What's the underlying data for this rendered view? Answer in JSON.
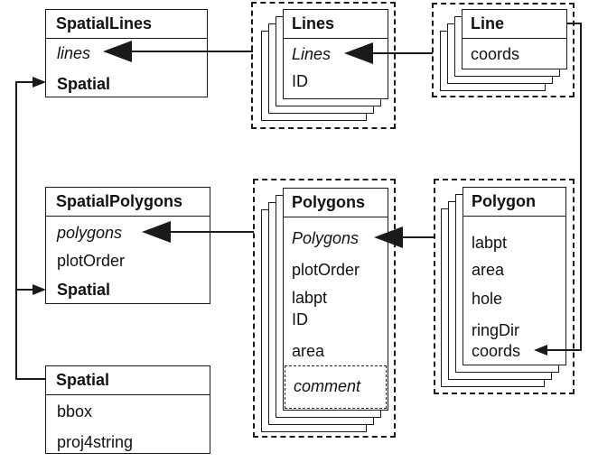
{
  "classes": {
    "spatialLines": {
      "title": "SpatialLines",
      "fields": [
        "lines",
        "Spatial"
      ]
    },
    "lines": {
      "title": "Lines",
      "fields": [
        "Lines",
        "ID"
      ]
    },
    "line": {
      "title": "Line",
      "fields": [
        "coords"
      ]
    },
    "spatialPolygons": {
      "title": "SpatialPolygons",
      "fields": [
        "polygons",
        "plotOrder",
        "Spatial"
      ]
    },
    "polygons": {
      "title": "Polygons",
      "fields": [
        "Polygons",
        "plotOrder",
        "labpt",
        "ID",
        "area"
      ],
      "comment_field": "comment"
    },
    "polygon": {
      "title": "Polygon",
      "fields": [
        "labpt",
        "area",
        "hole",
        "ringDir",
        "coords"
      ]
    },
    "spatial": {
      "title": "Spatial",
      "fields": [
        "bbox",
        "proj4string"
      ]
    }
  },
  "relationships": [
    {
      "from": "Lines-stack",
      "to": "SpatialLines.lines",
      "style": "bold-arrow"
    },
    {
      "from": "Line-stack",
      "to": "Lines.Lines",
      "style": "bold-arrow"
    },
    {
      "from": "Polygons-stack",
      "to": "SpatialPolygons.polygons",
      "style": "bold-arrow"
    },
    {
      "from": "Polygon-stack",
      "to": "Polygons.Polygons",
      "style": "bold-arrow"
    },
    {
      "from": "Line-stack",
      "to": "Polygon.coords",
      "style": "thin-arrow"
    },
    {
      "from": "Spatial",
      "to": "SpatialLines.Spatial",
      "style": "thin-arrow"
    },
    {
      "from": "Spatial",
      "to": "SpatialPolygons.Spatial",
      "style": "thin-arrow"
    }
  ],
  "colors": {
    "stroke": "#1a1a1a",
    "background": "#ffffff",
    "box_fill": "#ffffff"
  }
}
